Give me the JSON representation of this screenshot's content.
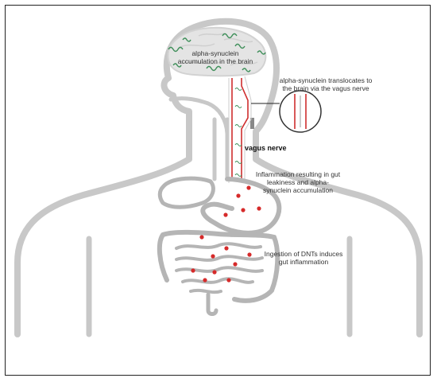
{
  "figure": {
    "labels": {
      "brain": "alpha-synuclein\naccumulation in the brain",
      "translocation": "alpha-synuclein translocates to\nthe brain via the vagus nerve",
      "vagus": "vagus nerve",
      "inflammation": "Inflammation resulting in gut\nleakiness and alpha-\nsynuclein accumulation",
      "ingestion": "Ingestion of DNTs induces\ngut inflammation"
    },
    "colors": {
      "body_outline": "#c8c8c8",
      "organ_outline": "#b5b5b5",
      "red_dots": "#d62a2a",
      "nerve_red": "#cf2e2e",
      "synuclein_green": "#3f8f5a",
      "brain_fill": "#e4e4e4",
      "nerve_gray": "#888888"
    }
  }
}
